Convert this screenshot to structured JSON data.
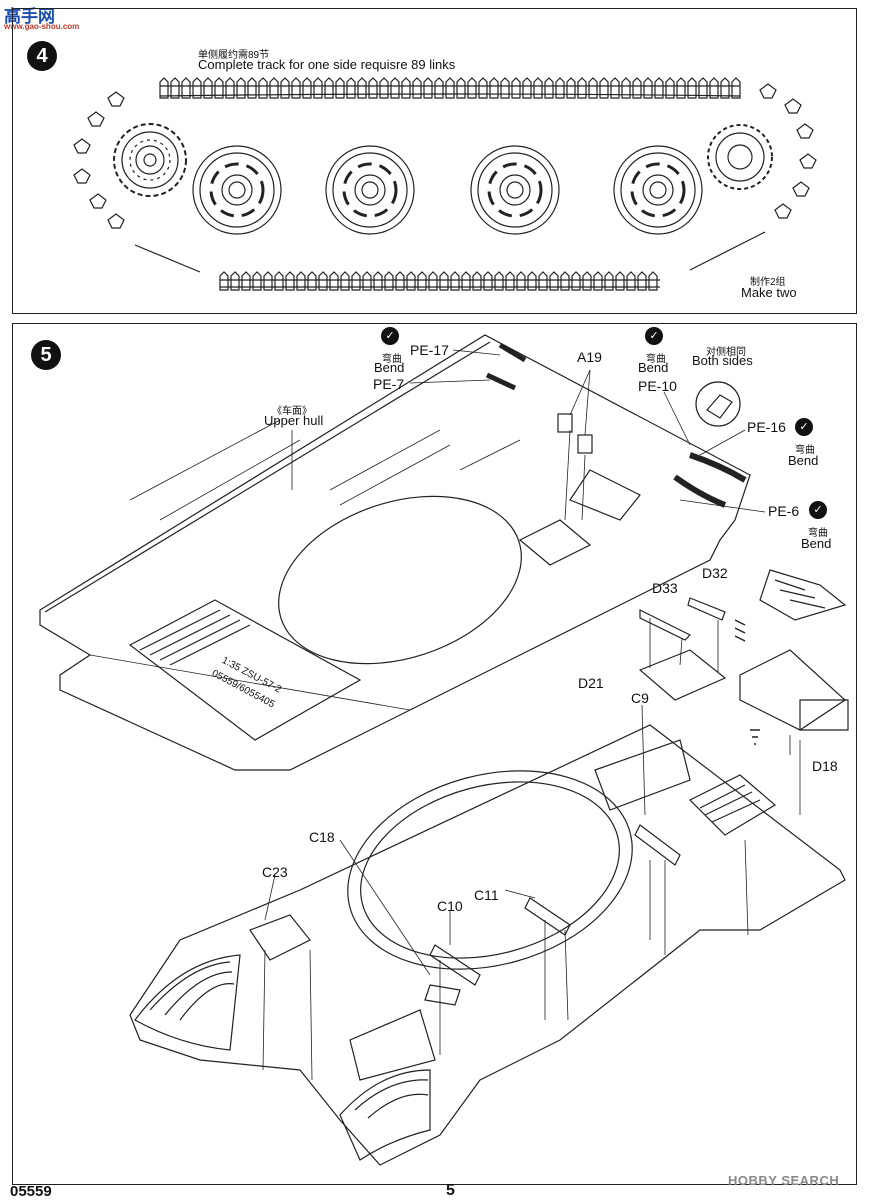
{
  "watermark_top": {
    "cn": "高手",
    "suffix": "网",
    "url": "www.gao-shou.com"
  },
  "watermark_bottom": {
    "text": "HOBBY SEARCH"
  },
  "step4": {
    "number": "4",
    "note_cn": "单侧履约需89节",
    "note_en": "Complete track for one side requisre 89 links",
    "make_two_cn": "制作2组",
    "make_two_en": "Make two"
  },
  "step5": {
    "number": "5",
    "upper_hull_cn": "《车面》",
    "upper_hull_en": "Upper hull",
    "bend_cn": "弯曲",
    "bend_en": "Bend",
    "both_sides_cn": "对侧相同",
    "both_sides_en": "Both sides",
    "bend_icon": "✓",
    "hull_marking_1": "1:35  ZSU-57-2",
    "hull_marking_2": "05559/6055405",
    "parts": {
      "pe17": "PE-17",
      "pe7": "PE-7",
      "a19": "A19",
      "pe10": "PE-10",
      "pe16": "PE-16",
      "pe6": "PE-6",
      "d33": "D33",
      "d32": "D32",
      "d21": "D21",
      "c9": "C9",
      "d18": "D18",
      "c18": "C18",
      "c23": "C23",
      "c10": "C10",
      "c11": "C11"
    }
  },
  "footer": {
    "code": "05559",
    "page": "5"
  }
}
